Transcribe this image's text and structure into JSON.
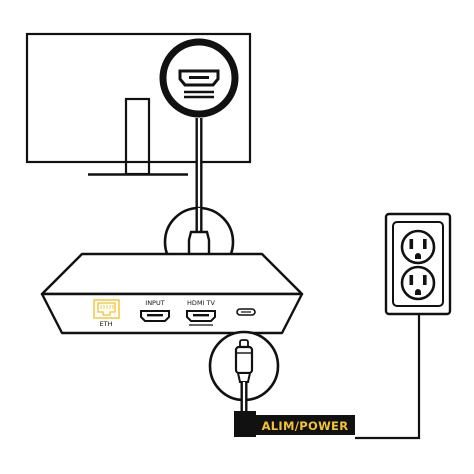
{
  "colors": {
    "line": "#111111",
    "background": "#ffffff",
    "highlight": "#f2c230",
    "power_label_bg": "#111111",
    "power_label_text": "#f2c230"
  },
  "box": {
    "ports": {
      "eth": "ETH",
      "input": "INPUT",
      "hdmi_tv": "HDMI TV"
    }
  },
  "power_cable": {
    "label": "ALIM/POWER"
  },
  "icons": {
    "tv": "tv-monitor-icon",
    "hdmi_port_zoom": "hdmi-port-icon",
    "hdmi_plug_zoom": "hdmi-plug-icon",
    "usb_c_plug_zoom": "usb-c-plug-icon",
    "wall_outlet": "wall-outlet-icon",
    "ethernet_port": "ethernet-port-icon"
  }
}
